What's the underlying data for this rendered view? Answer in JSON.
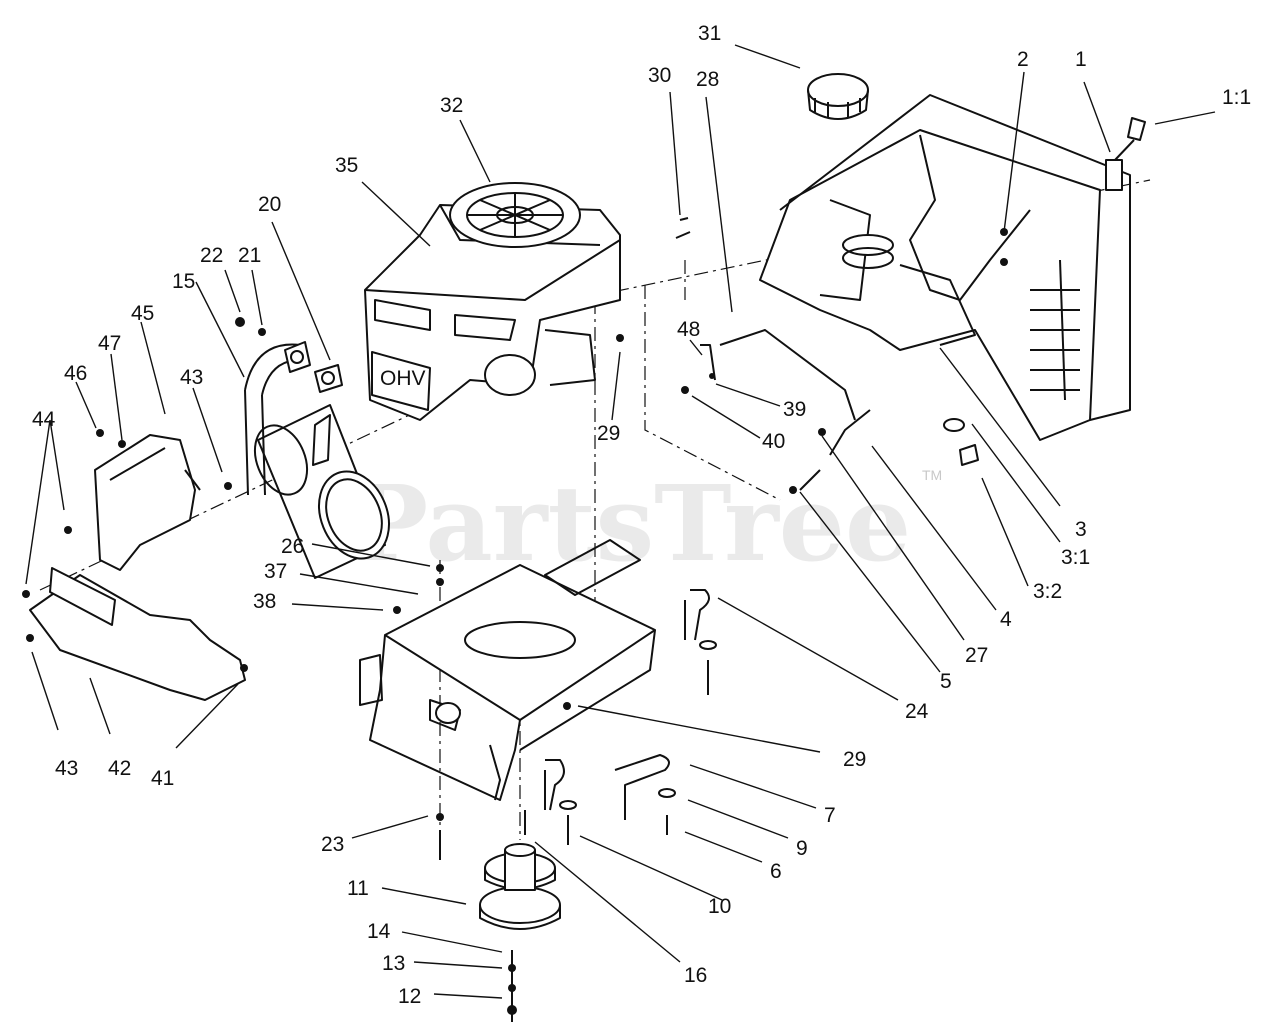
{
  "watermark": {
    "text": "PartsTree",
    "trademark": "TM"
  },
  "engine_label": "OHV",
  "callouts": [
    "31",
    "30",
    "28",
    "2",
    "1",
    "1:1",
    "32",
    "35",
    "20",
    "22",
    "21",
    "15",
    "45",
    "47",
    "46",
    "43",
    "48",
    "39",
    "40",
    "29",
    "44",
    "26",
    "37",
    "38",
    "3",
    "3:1",
    "3:2",
    "27",
    "4",
    "5",
    "24",
    "29",
    "7",
    "9",
    "6",
    "10",
    "16",
    "11",
    "14",
    "13",
    "12",
    "23",
    "43",
    "42",
    "41"
  ]
}
